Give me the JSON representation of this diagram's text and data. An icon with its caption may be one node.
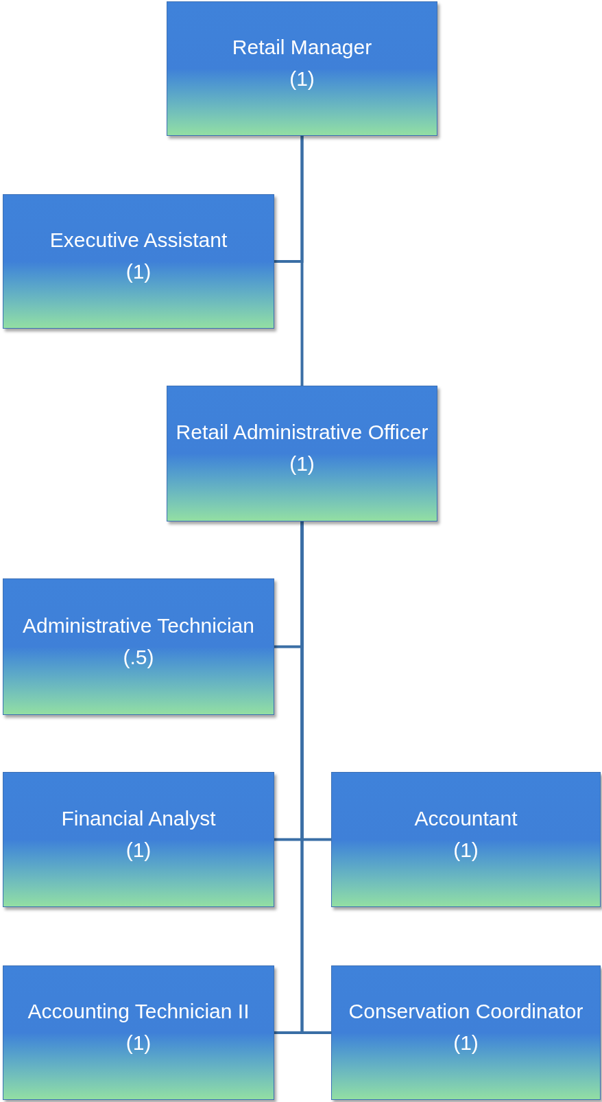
{
  "diagram": {
    "nodes": [
      {
        "text": [
          "Retail Manager",
          "(1)"
        ]
      },
      {
        "text": [
          "Executive Assistant",
          "(1)"
        ]
      },
      {
        "text": [
          "Retail Administrative Officer",
          "(1)"
        ]
      },
      {
        "text": [
          "Administrative Technician",
          "(.5)"
        ]
      },
      {
        "text": [
          "Financial Analyst",
          "(1)"
        ]
      },
      {
        "text": [
          "Accountant",
          "(1)"
        ]
      },
      {
        "text": [
          "Accounting Technician II",
          "(1)"
        ]
      },
      {
        "text": [
          "Conservation Coordinator",
          "(1)"
        ]
      }
    ],
    "edges": [
      {
        "from": 0,
        "to": 1,
        "arrow": "none"
      },
      {
        "from": 0,
        "to": 2,
        "arrow": "none"
      },
      {
        "from": 2,
        "to": 3,
        "arrow": "none"
      },
      {
        "from": 2,
        "to": 4,
        "arrow": "none"
      },
      {
        "from": 2,
        "to": 5,
        "arrow": "none"
      },
      {
        "from": 2,
        "to": 6,
        "arrow": "none"
      },
      {
        "from": 2,
        "to": 7,
        "arrow": "none"
      }
    ]
  }
}
